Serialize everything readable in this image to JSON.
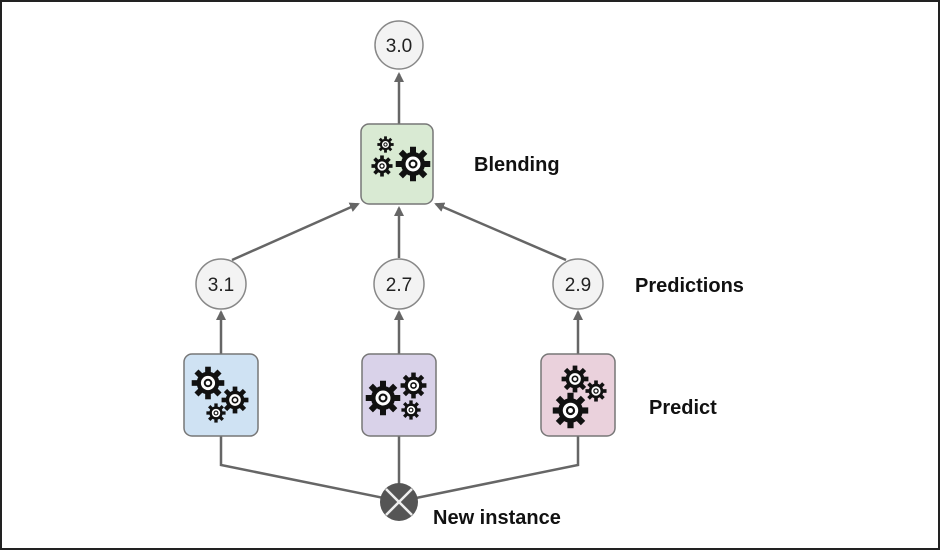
{
  "output_value": "3.0",
  "blender": {
    "label": "Blending",
    "icon": "gears-icon",
    "color": "#d9ead3"
  },
  "predictions": {
    "label": "Predictions",
    "values": [
      "3.1",
      "2.7",
      "2.9"
    ]
  },
  "predictors": {
    "label": "Predict",
    "colors": [
      "#cfe2f3",
      "#d9d2e9",
      "#ead1dc"
    ],
    "icon": "gears-icon"
  },
  "input": {
    "label": "New instance",
    "icon": "circle-x-icon",
    "color": "#555555"
  },
  "colors": {
    "arrow": "#666666",
    "node_fill": "#f3f3f3",
    "node_stroke": "#888888",
    "box_stroke": "#777777"
  }
}
